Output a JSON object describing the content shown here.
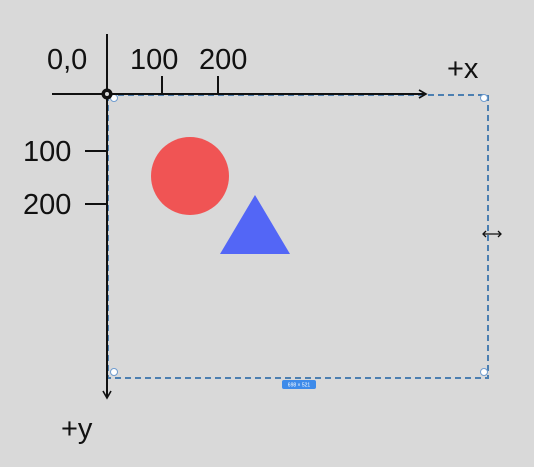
{
  "origin_label": "0,0",
  "x_axis": {
    "tick_labels": [
      "100",
      "200"
    ],
    "direction_label": "+x"
  },
  "y_axis": {
    "tick_labels": [
      "100",
      "200"
    ],
    "direction_label": "+y"
  },
  "canvas": {
    "size_badge": "698 × 521"
  },
  "shapes": {
    "circle": {
      "color": "#f05454"
    },
    "triangle": {
      "color": "#5366f6"
    }
  },
  "colors": {
    "background": "#d9d9d9",
    "selection": "#4c7fb1",
    "badge": "#3e8bea"
  }
}
